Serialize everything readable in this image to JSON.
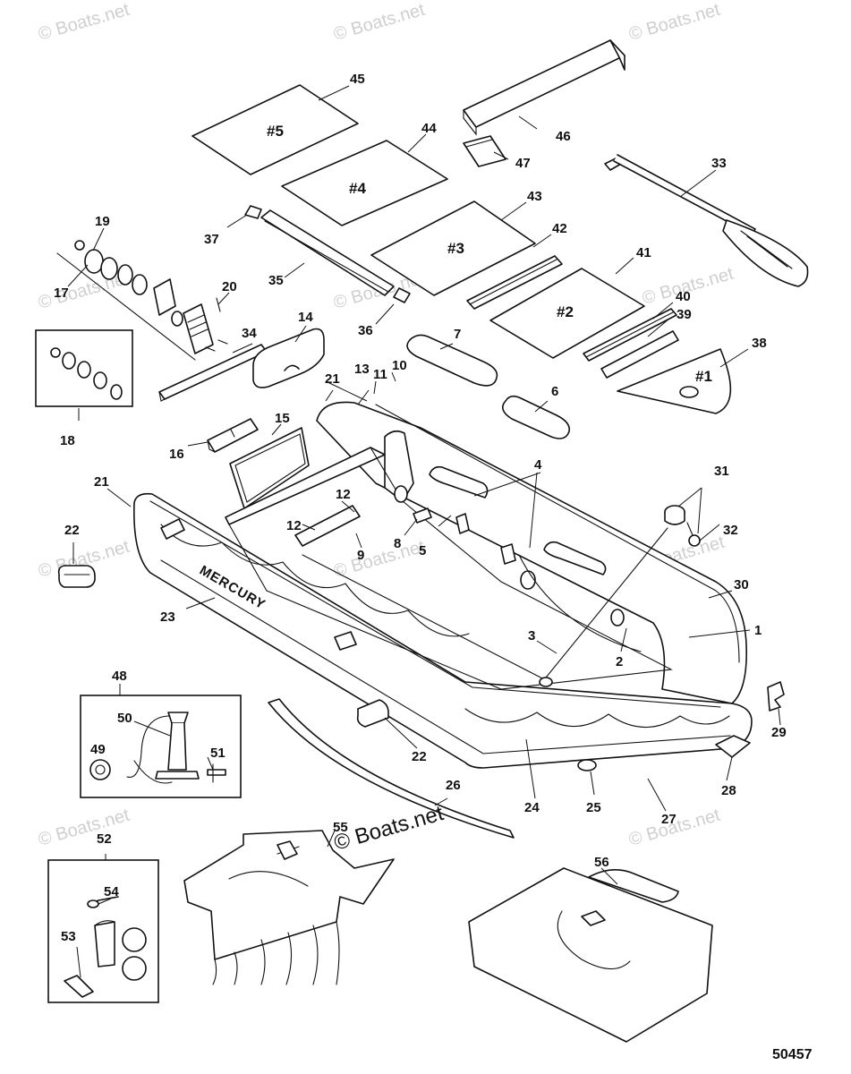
{
  "watermark": {
    "faint_text": "© Boats.net",
    "main_text": "© Boats.net"
  },
  "figure_number": "50457",
  "brand_text": "MERCURY",
  "floor_panels": {
    "p5": "#5",
    "p4": "#4",
    "p3": "#3",
    "p2": "#2",
    "p1": "#1"
  },
  "callouts": {
    "c1": "1",
    "c2": "2",
    "c3": "3",
    "c4": "4",
    "c5": "5",
    "c6": "6",
    "c7": "7",
    "c8": "8",
    "c9": "9",
    "c10": "10",
    "c11": "11",
    "c12": "12",
    "c13": "13",
    "c14": "14",
    "c15": "15",
    "c16": "16",
    "c17": "17",
    "c18": "18",
    "c19": "19",
    "c20": "20",
    "c21": "21",
    "c22": "22",
    "c23": "23",
    "c24": "24",
    "c25": "25",
    "c26": "26",
    "c27": "27",
    "c28": "28",
    "c29": "29",
    "c30": "30",
    "c31": "31",
    "c32": "32",
    "c33": "33",
    "c34": "34",
    "c35": "35",
    "c36": "36",
    "c37": "37",
    "c38": "38",
    "c39": "39",
    "c40": "40",
    "c41": "41",
    "c42": "42",
    "c43": "43",
    "c44": "44",
    "c45": "45",
    "c46": "46",
    "c47": "47",
    "c48": "48",
    "c49": "49",
    "c50": "50",
    "c51": "51",
    "c52": "52",
    "c53": "53",
    "c54": "54",
    "c55": "55",
    "c56": "56"
  }
}
